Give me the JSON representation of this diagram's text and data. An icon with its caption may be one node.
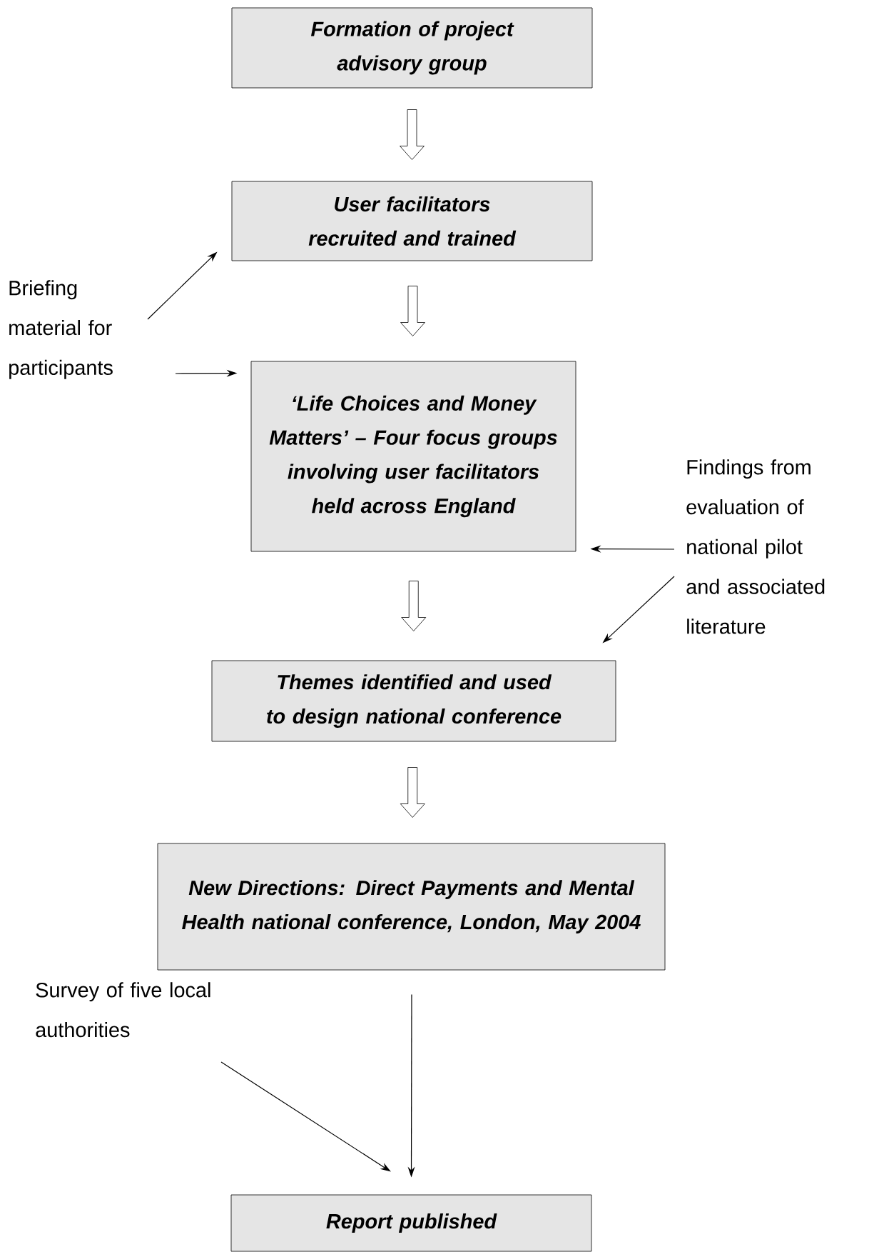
{
  "diagram": {
    "nodes": [
      {
        "text": [
          "Formation of project advisory group"
        ]
      },
      {
        "text": [
          "User facilitators recruited and trained"
        ]
      },
      {
        "text": [
          "‘Life Choices and Money Matters’ – Four focus groups involving user facilitators held across England"
        ]
      },
      {
        "text": [
          "Themes identified and used to design national conference"
        ]
      },
      {
        "text": [
          "New Directions: Direct Payments and Mental Health national conference, London, May 2004"
        ]
      },
      {
        "text": [
          "Report published"
        ]
      },
      {
        "text": [
          "Briefing material for participants"
        ]
      },
      {
        "text": [
          "Findings from evaluation of national pilot and associated literature"
        ]
      },
      {
        "text": [
          "Survey of five local authorities"
        ]
      }
    ],
    "edges": [
      {
        "from": 0,
        "to": 1,
        "arrow": "to",
        "style": "thick"
      },
      {
        "from": 1,
        "to": 2,
        "arrow": "to",
        "style": "thick"
      },
      {
        "from": 2,
        "to": 3,
        "arrow": "to",
        "style": "thick"
      },
      {
        "from": 3,
        "to": 4,
        "arrow": "to",
        "style": "thick"
      },
      {
        "from": 6,
        "to": 1,
        "arrow": "to"
      },
      {
        "from": 6,
        "to": 2,
        "arrow": "to"
      },
      {
        "from": 7,
        "to": 2,
        "arrow": "to"
      },
      {
        "from": 7,
        "to": 3,
        "arrow": "to"
      },
      {
        "from": 4,
        "to": 5,
        "arrow": "to"
      },
      {
        "from": 8,
        "to": 5,
        "arrow": "to"
      }
    ]
  }
}
